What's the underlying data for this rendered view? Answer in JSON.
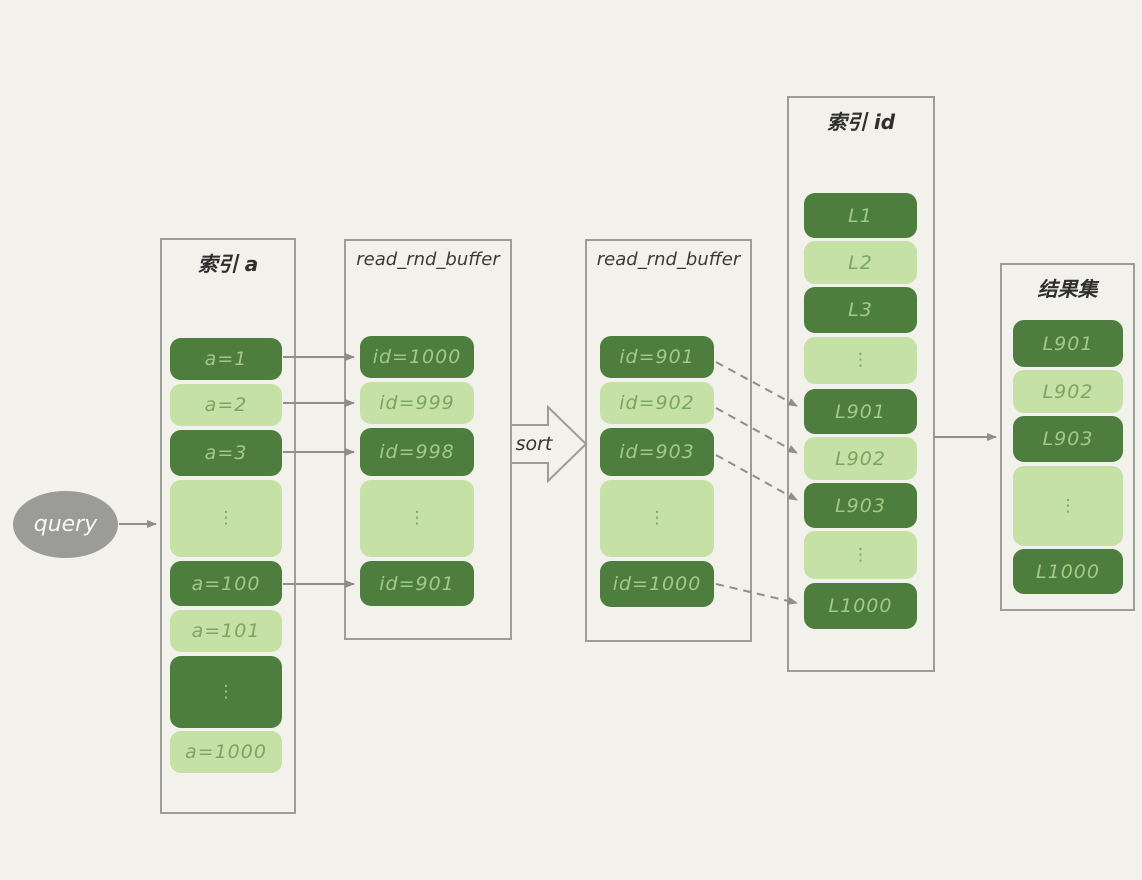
{
  "diagram": {
    "query": {
      "label": "query"
    },
    "sort_label": "sort",
    "columns": [
      {
        "title": "索引 a",
        "cells": [
          {
            "label": "a=1",
            "tone": "dark"
          },
          {
            "label": "a=2",
            "tone": "light"
          },
          {
            "label": "a=3",
            "tone": "dark"
          },
          {
            "label": "⋮",
            "tone": "light"
          },
          {
            "label": "a=100",
            "tone": "dark"
          },
          {
            "label": "a=101",
            "tone": "light"
          },
          {
            "label": "⋮",
            "tone": "dark"
          },
          {
            "label": "a=1000",
            "tone": "light"
          }
        ]
      },
      {
        "title": "read_rnd_buffer",
        "cells": [
          {
            "label": "id=1000",
            "tone": "dark"
          },
          {
            "label": "id=999",
            "tone": "light"
          },
          {
            "label": "id=998",
            "tone": "dark"
          },
          {
            "label": "⋮",
            "tone": "light"
          },
          {
            "label": "id=901",
            "tone": "dark"
          }
        ]
      },
      {
        "title": "read_rnd_buffer",
        "cells": [
          {
            "label": "id=901",
            "tone": "dark"
          },
          {
            "label": "id=902",
            "tone": "light"
          },
          {
            "label": "id=903",
            "tone": "dark"
          },
          {
            "label": "⋮",
            "tone": "light"
          },
          {
            "label": "id=1000",
            "tone": "dark"
          }
        ]
      },
      {
        "title": "索引 id",
        "cells": [
          {
            "label": "L1",
            "tone": "dark"
          },
          {
            "label": "L2",
            "tone": "light"
          },
          {
            "label": "L3",
            "tone": "dark"
          },
          {
            "label": "⋮",
            "tone": "light"
          },
          {
            "label": "L901",
            "tone": "dark"
          },
          {
            "label": "L902",
            "tone": "light"
          },
          {
            "label": "L903",
            "tone": "dark"
          },
          {
            "label": "⋮",
            "tone": "light"
          },
          {
            "label": "L1000",
            "tone": "dark"
          }
        ]
      },
      {
        "title": "结果集",
        "cells": [
          {
            "label": "L901",
            "tone": "dark"
          },
          {
            "label": "L902",
            "tone": "light"
          },
          {
            "label": "L903",
            "tone": "dark"
          },
          {
            "label": "⋮",
            "tone": "light"
          },
          {
            "label": "L1000",
            "tone": "dark"
          }
        ]
      }
    ],
    "arrows": [
      {
        "from": "query",
        "to": "索引 a",
        "style": "solid"
      },
      {
        "from": "a=1",
        "to": "id=1000",
        "style": "solid"
      },
      {
        "from": "a=2",
        "to": "id=999",
        "style": "solid"
      },
      {
        "from": "a=3",
        "to": "id=998",
        "style": "solid"
      },
      {
        "from": "a=100",
        "to": "id=901",
        "style": "solid"
      },
      {
        "from": "read_rnd_buffer",
        "to": "read_rnd_buffer",
        "style": "block",
        "label": "sort"
      },
      {
        "from": "id=901",
        "to": "L901",
        "style": "dashed"
      },
      {
        "from": "id=902",
        "to": "L902",
        "style": "dashed"
      },
      {
        "from": "id=903",
        "to": "L903",
        "style": "dashed"
      },
      {
        "from": "id=1000",
        "to": "L1000",
        "style": "dashed"
      },
      {
        "from": "索引 id",
        "to": "结果集",
        "style": "solid"
      }
    ]
  },
  "colors": {
    "background": "#f2f1eb",
    "cell_dark": "#4e7e3e",
    "cell_light": "#c6e1a5",
    "cell_dark_text": "#a3ca85",
    "cell_light_text": "#7aa65f",
    "frame_border": "#9c9c98",
    "arrow": "#8e8e8a",
    "query_fill": "#9b9b97",
    "query_text": "#f7f6f1"
  }
}
